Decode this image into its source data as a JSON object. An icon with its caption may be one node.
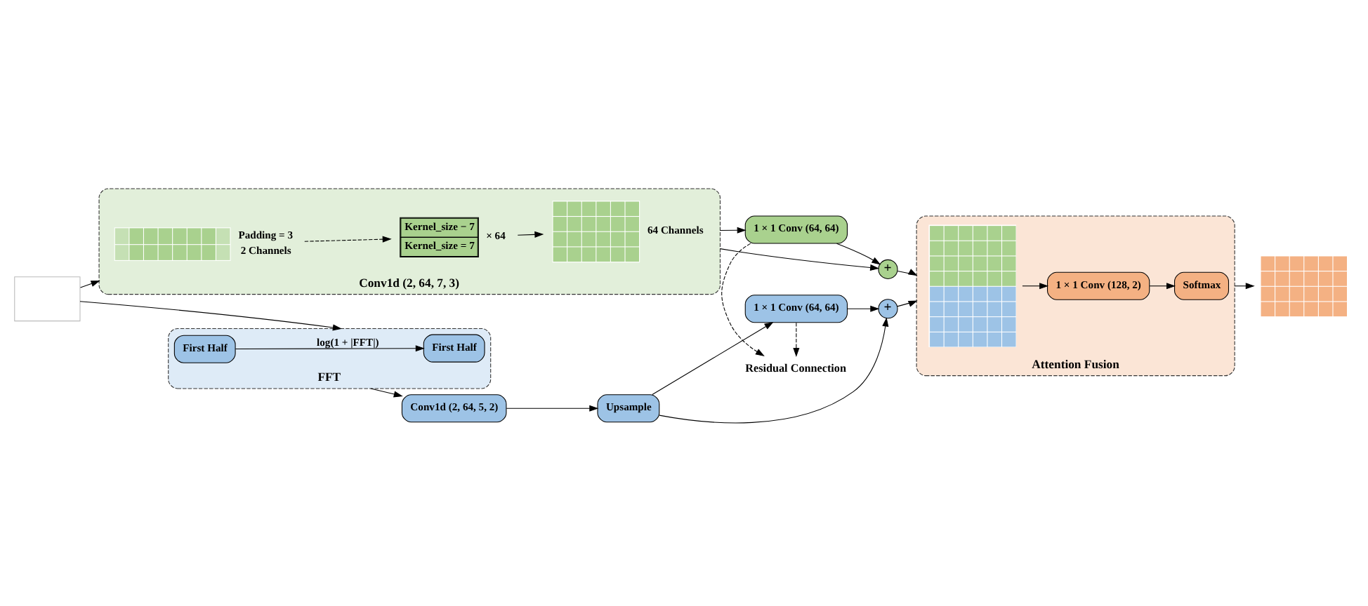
{
  "diagram": {
    "nodes": [
      {
        "text": [],
        "shape": "box"
      },
      {
        "text": [
          "Conv1d (2, 64, 7, 3)"
        ]
      },
      {
        "text": [],
        "shape": "grid",
        "in": 1,
        "beside": [
          "Padding = 3",
          "2 Channels"
        ]
      },
      {
        "text": [
          "Kernel_size − 7",
          "Kernel_size = 7"
        ],
        "in": 1,
        "beside": [
          "× 64"
        ]
      },
      {
        "text": [],
        "shape": "grid",
        "in": 1,
        "beside": [
          "64 Channels"
        ]
      },
      {
        "text": [
          "FFT"
        ]
      },
      {
        "text": [
          "First Half"
        ],
        "in": 5
      },
      {
        "text": [
          "First Half"
        ],
        "in": 5
      },
      {
        "text": [
          "1 × 1 Conv (64, 64)"
        ]
      },
      {
        "text": [
          "+"
        ]
      },
      {
        "text": [
          "Conv1d (2, 64, 5, 2)"
        ]
      },
      {
        "text": [
          "Upsample"
        ]
      },
      {
        "text": [
          "1 × 1 Conv (64, 64)"
        ]
      },
      {
        "text": [
          "+"
        ]
      },
      {
        "text": [
          "Residual Connection"
        ]
      },
      {
        "text": [
          "Attention Fusion"
        ]
      },
      {
        "text": [],
        "shape": "grid",
        "in": 15
      },
      {
        "text": [
          "1 × 1 Conv (128, 2)"
        ],
        "in": 15
      },
      {
        "text": [
          "Softmax"
        ],
        "in": 15
      },
      {
        "text": [],
        "shape": "grid"
      }
    ],
    "edges": [
      {
        "from": 0,
        "to": 1,
        "arrow": "to"
      },
      {
        "from": 0,
        "to": 5,
        "arrow": "to"
      },
      {
        "from": 2,
        "to": 3,
        "arrow": "to",
        "style": "dashed"
      },
      {
        "from": 3,
        "to": 4,
        "arrow": "to"
      },
      {
        "from": 1,
        "to": 8,
        "arrow": "to"
      },
      {
        "from": 1,
        "to": 9,
        "arrow": "to"
      },
      {
        "from": 8,
        "to": 9,
        "arrow": "to"
      },
      {
        "from": 7,
        "to": 6,
        "label": "log(1 + |FFT|)",
        "arrow": "to"
      },
      {
        "from": 5,
        "to": 10,
        "arrow": "to"
      },
      {
        "from": 10,
        "to": 11,
        "arrow": "to"
      },
      {
        "from": 11,
        "to": 12,
        "arrow": "to"
      },
      {
        "from": 11,
        "to": 13,
        "arrow": "to"
      },
      {
        "from": 12,
        "to": 13,
        "arrow": "to"
      },
      {
        "from": 8,
        "to": 14,
        "arrow": "to",
        "style": "dashed"
      },
      {
        "from": 12,
        "to": 14,
        "arrow": "to",
        "style": "dashed"
      },
      {
        "from": 9,
        "to": 15,
        "arrow": "to"
      },
      {
        "from": 13,
        "to": 15,
        "arrow": "to"
      },
      {
        "from": 16,
        "to": 17,
        "arrow": "to"
      },
      {
        "from": 17,
        "to": 18,
        "arrow": "to"
      },
      {
        "from": 15,
        "to": 19,
        "arrow": "to"
      }
    ]
  }
}
